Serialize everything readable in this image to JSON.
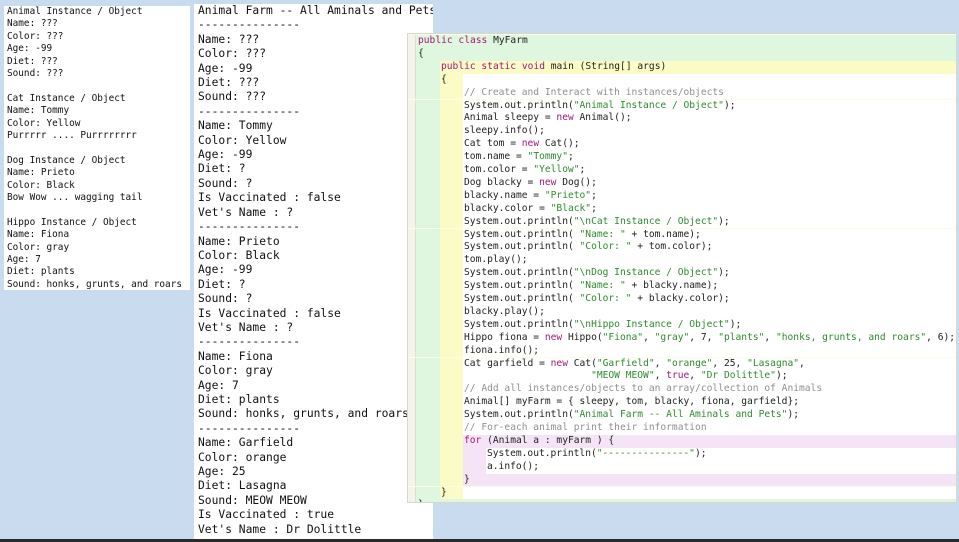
{
  "console_small": {
    "lines": [
      "Animal Instance / Object",
      "Name: ???",
      "Color: ???",
      "Age: -99",
      "Diet: ???",
      "Sound: ???",
      "",
      "Cat Instance / Object",
      "Name: Tommy",
      "Color: Yellow",
      "Purrrrr .... Purrrrrrrr",
      "",
      "Dog Instance / Object",
      "Name: Prieto",
      "Color: Black",
      "Bow Wow ... wagging tail",
      "",
      "Hippo Instance / Object",
      "Name: Fiona",
      "Color: gray",
      "Age: 7",
      "Diet: plants",
      "Sound: honks, grunts, and roars"
    ]
  },
  "console_farm": {
    "lines": [
      "Animal Farm -- All Aminals and Pets",
      "---------------",
      "Name: ???",
      "Color: ???",
      "Age: -99",
      "Diet: ???",
      "Sound: ???",
      "---------------",
      "Name: Tommy",
      "Color: Yellow",
      "Age: -99",
      "Diet: ?",
      "Sound: ?",
      "Is Vaccinated : false",
      "Vet's Name : ?",
      "---------------",
      "Name: Prieto",
      "Color: Black",
      "Age: -99",
      "Diet: ?",
      "Sound: ?",
      "Is Vaccinated : false",
      "Vet's Name : ?",
      "---------------",
      "Name: Fiona",
      "Color: gray",
      "Age: 7",
      "Diet: plants",
      "Sound: honks, grunts, and roars",
      "---------------",
      "Name: Garfield",
      "Color: orange",
      "Age: 25",
      "Diet: Lasagna",
      "Sound: MEOW MEOW",
      "Is Vaccinated : true",
      "Vet's Name : Dr Dolittle"
    ]
  },
  "editor": {
    "lines": [
      {
        "indent": 0,
        "bg": "green",
        "parts": [
          [
            "kw",
            "public class"
          ],
          [
            "txt",
            " MyFarm"
          ]
        ]
      },
      {
        "indent": 0,
        "bg": "green",
        "parts": [
          [
            "txt",
            "{"
          ]
        ]
      },
      {
        "indent": 1,
        "bg": "yellow",
        "parts": [
          [
            "kw",
            "public static void"
          ],
          [
            "txt",
            " main (String[] args)"
          ]
        ]
      },
      {
        "indent": 1,
        "bg": "yellow",
        "parts": [
          [
            "txt",
            "{"
          ]
        ]
      },
      {
        "indent": 2,
        "bg": "",
        "parts": [
          [
            "cmt",
            "// Create and Interact with instances/objects"
          ]
        ]
      },
      {
        "indent": 2,
        "bg": "",
        "parts": [
          [
            "txt",
            "System.out.println("
          ],
          [
            "str",
            "\"Animal Instance / Object\""
          ],
          [
            "txt",
            ");"
          ]
        ]
      },
      {
        "indent": 2,
        "bg": "",
        "parts": [
          [
            "txt",
            "Animal sleepy = "
          ],
          [
            "kw",
            "new"
          ],
          [
            "txt",
            " Animal();"
          ]
        ]
      },
      {
        "indent": 2,
        "bg": "",
        "parts": [
          [
            "txt",
            "sleepy.info();"
          ]
        ]
      },
      {
        "indent": 2,
        "bg": "",
        "parts": [
          [
            "txt",
            "Cat tom = "
          ],
          [
            "kw",
            "new"
          ],
          [
            "txt",
            " Cat();"
          ]
        ]
      },
      {
        "indent": 2,
        "bg": "",
        "parts": [
          [
            "txt",
            "tom.name = "
          ],
          [
            "str",
            "\"Tommy\""
          ],
          [
            "txt",
            ";"
          ]
        ]
      },
      {
        "indent": 2,
        "bg": "",
        "parts": [
          [
            "txt",
            "tom.color = "
          ],
          [
            "str",
            "\"Yellow\""
          ],
          [
            "txt",
            ";"
          ]
        ]
      },
      {
        "indent": 2,
        "bg": "",
        "parts": [
          [
            "txt",
            "Dog blacky = "
          ],
          [
            "kw",
            "new"
          ],
          [
            "txt",
            " Dog();"
          ]
        ]
      },
      {
        "indent": 2,
        "bg": "",
        "parts": [
          [
            "txt",
            "blacky.name = "
          ],
          [
            "str",
            "\"Prieto\""
          ],
          [
            "txt",
            ";"
          ]
        ]
      },
      {
        "indent": 2,
        "bg": "",
        "parts": [
          [
            "txt",
            "blacky.color = "
          ],
          [
            "str",
            "\"Black\""
          ],
          [
            "txt",
            ";"
          ]
        ]
      },
      {
        "indent": 2,
        "bg": "",
        "parts": [
          [
            "txt",
            "System.out.println("
          ],
          [
            "str",
            "\"\\nCat Instance / Object\""
          ],
          [
            "txt",
            ");"
          ]
        ]
      },
      {
        "indent": 2,
        "bg": "",
        "parts": [
          [
            "txt",
            "System.out.println( "
          ],
          [
            "str",
            "\"Name: \""
          ],
          [
            "txt",
            " + tom.name);"
          ]
        ]
      },
      {
        "indent": 2,
        "bg": "",
        "parts": [
          [
            "txt",
            "System.out.println( "
          ],
          [
            "str",
            "\"Color: \""
          ],
          [
            "txt",
            " + tom.color);"
          ]
        ]
      },
      {
        "indent": 2,
        "bg": "",
        "parts": [
          [
            "txt",
            "tom.play();"
          ]
        ]
      },
      {
        "indent": 2,
        "bg": "",
        "parts": [
          [
            "txt",
            "System.out.println("
          ],
          [
            "str",
            "\"\\nDog Instance / Object\""
          ],
          [
            "txt",
            ");"
          ]
        ]
      },
      {
        "indent": 2,
        "bg": "",
        "parts": [
          [
            "txt",
            "System.out.println( "
          ],
          [
            "str",
            "\"Name: \""
          ],
          [
            "txt",
            " + blacky.name);"
          ]
        ]
      },
      {
        "indent": 2,
        "bg": "",
        "parts": [
          [
            "txt",
            "System.out.println( "
          ],
          [
            "str",
            "\"Color: \""
          ],
          [
            "txt",
            " + blacky.color);"
          ]
        ]
      },
      {
        "indent": 2,
        "bg": "",
        "parts": [
          [
            "txt",
            "blacky.play();"
          ]
        ]
      },
      {
        "indent": 2,
        "bg": "",
        "parts": [
          [
            "txt",
            "System.out.println("
          ],
          [
            "str",
            "\"\\nHippo Instance / Object\""
          ],
          [
            "txt",
            ");"
          ]
        ]
      },
      {
        "indent": 2,
        "bg": "",
        "parts": [
          [
            "txt",
            "Hippo fiona = "
          ],
          [
            "kw",
            "new"
          ],
          [
            "txt",
            " Hippo("
          ],
          [
            "str",
            "\"Fiona\""
          ],
          [
            "txt",
            ", "
          ],
          [
            "str",
            "\"gray\""
          ],
          [
            "txt",
            ", 7, "
          ],
          [
            "str",
            "\"plants\""
          ],
          [
            "txt",
            ", "
          ],
          [
            "str",
            "\"honks, grunts, and roars\""
          ],
          [
            "txt",
            ", 6);"
          ]
        ]
      },
      {
        "indent": 2,
        "bg": "",
        "parts": [
          [
            "txt",
            "fiona.info();"
          ]
        ]
      },
      {
        "indent": 2,
        "bg": "",
        "parts": [
          [
            "txt",
            "Cat garfield = "
          ],
          [
            "kw",
            "new"
          ],
          [
            "txt",
            " Cat("
          ],
          [
            "str",
            "\"Garfield\""
          ],
          [
            "txt",
            ", "
          ],
          [
            "str",
            "\"orange\""
          ],
          [
            "txt",
            ", 25, "
          ],
          [
            "str",
            "\"Lasagna\""
          ],
          [
            "txt",
            ","
          ]
        ]
      },
      {
        "indent": 2,
        "bg": "",
        "parts": [
          [
            "txt",
            "                      "
          ],
          [
            "str",
            "\"MEOW MEOW\""
          ],
          [
            "txt",
            ", "
          ],
          [
            "kw",
            "true"
          ],
          [
            "txt",
            ", "
          ],
          [
            "str",
            "\"Dr Dolittle\""
          ],
          [
            "txt",
            ");"
          ]
        ]
      },
      {
        "indent": 2,
        "bg": "",
        "parts": [
          [
            "cmt",
            "// Add all instances/objects to an array/collection of Animals"
          ]
        ]
      },
      {
        "indent": 2,
        "bg": "",
        "parts": [
          [
            "txt",
            "Animal[] myFarm = { sleepy, tom, blacky, fiona, garfield};"
          ]
        ]
      },
      {
        "indent": 2,
        "bg": "",
        "parts": [
          [
            "txt",
            "System.out.println("
          ],
          [
            "str",
            "\"Animal Farm -- All Aminals and Pets\""
          ],
          [
            "txt",
            ");"
          ]
        ]
      },
      {
        "indent": 2,
        "bg": "",
        "parts": [
          [
            "cmt",
            "// For-each animal print their information"
          ]
        ]
      },
      {
        "indent": 2,
        "bg": "pink",
        "parts": [
          [
            "kw",
            "for"
          ],
          [
            "txt",
            " (Animal a : myFarm ) {"
          ]
        ]
      },
      {
        "indent": 3,
        "bg": "",
        "parts": [
          [
            "txt",
            "System.out.println("
          ],
          [
            "str",
            "\"---------------\""
          ],
          [
            "txt",
            ");"
          ]
        ]
      },
      {
        "indent": 3,
        "bg": "",
        "parts": [
          [
            "txt",
            "a.info();"
          ]
        ]
      },
      {
        "indent": 2,
        "bg": "pink",
        "parts": [
          [
            "txt",
            "}"
          ]
        ]
      },
      {
        "indent": 1,
        "bg": "yellow",
        "parts": [
          [
            "txt",
            "}"
          ]
        ]
      },
      {
        "indent": 0,
        "bg": "green",
        "parts": [
          [
            "txt",
            "}"
          ]
        ]
      }
    ]
  },
  "colors": {
    "desktop": "#c9dcef",
    "keyword": "#a3197a",
    "string": "#2e8b2e",
    "comment": "#909090",
    "class_scope": "#def7de",
    "method_scope": "#fbfbc6",
    "loop_scope": "#f5e4f5"
  }
}
